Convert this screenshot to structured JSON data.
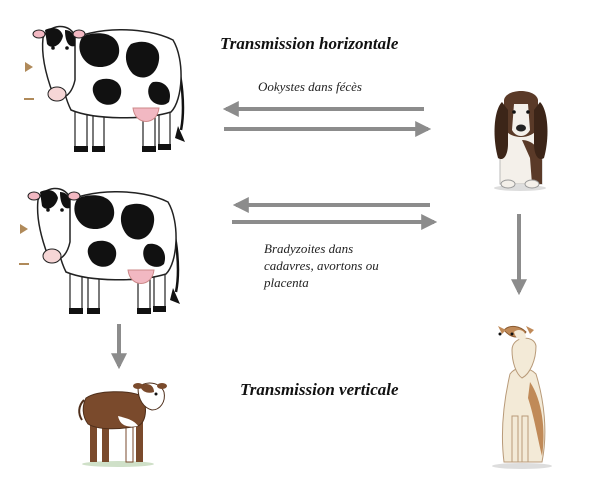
{
  "labels": {
    "horizontal_title": "Transmission horizontale",
    "vertical_title": "Transmission verticale",
    "oocysts_note": "Ookystes dans fécès",
    "bradyzoites_lines": [
      "Bradyzoites dans",
      "cadavres, avortons ou",
      "placenta"
    ]
  },
  "colors": {
    "arrow": "#8c8c8c",
    "cow_white": "#ffffff",
    "cow_black": "#111111",
    "udder_pink": "#f2b8c2",
    "calf_brown": "#7a4a2c",
    "basset_brown": "#5a3a28",
    "greyhound_cream": "#f3ead7",
    "greyhound_tan": "#c08a58",
    "tick_mark": "#b08a5a"
  },
  "icons": [
    "cow-icon",
    "cow-icon",
    "calf-icon",
    "basset-dog-icon",
    "greyhound-dog-icon"
  ]
}
